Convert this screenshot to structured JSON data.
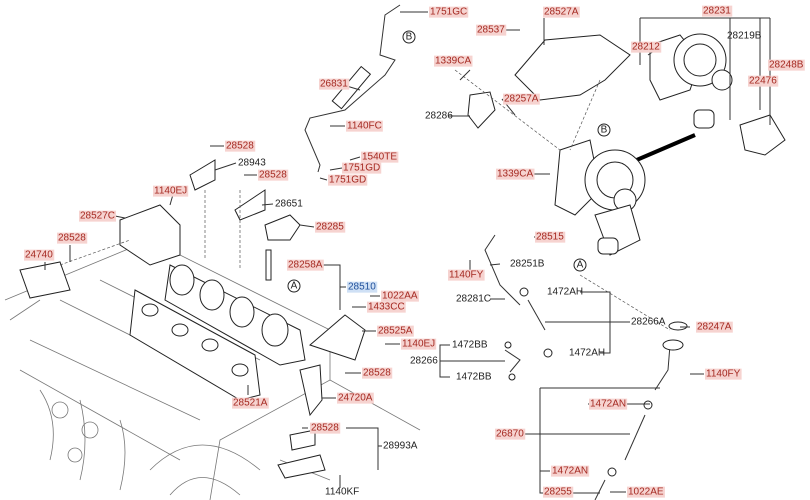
{
  "colors": {
    "highlight_red": "#f6d3d0",
    "highlight_blue": "#cfe0f5",
    "text_red": "#a52a22",
    "text_blue": "#1f4f9a",
    "text_grey": "#222222"
  },
  "markers": {
    "A": "A",
    "B": "B"
  },
  "labels": [
    {
      "text": "1751GC",
      "kind": "red"
    },
    {
      "text": "28537",
      "kind": "red"
    },
    {
      "text": "28527A",
      "kind": "red"
    },
    {
      "text": "28231",
      "kind": "red"
    },
    {
      "text": "28212",
      "kind": "red"
    },
    {
      "text": "28219B",
      "kind": "grey"
    },
    {
      "text": "28248B",
      "kind": "red"
    },
    {
      "text": "22476",
      "kind": "red"
    },
    {
      "text": "1339CA",
      "kind": "red"
    },
    {
      "text": "28257A",
      "kind": "red"
    },
    {
      "text": "28286",
      "kind": "grey"
    },
    {
      "text": "26831",
      "kind": "red"
    },
    {
      "text": "1140FC",
      "kind": "red"
    },
    {
      "text": "1540TE",
      "kind": "red"
    },
    {
      "text": "1751GD",
      "kind": "red"
    },
    {
      "text": "1751GD",
      "kind": "red"
    },
    {
      "text": "1339CA",
      "kind": "red"
    },
    {
      "text": "28528",
      "kind": "red"
    },
    {
      "text": "28943",
      "kind": "grey"
    },
    {
      "text": "28528",
      "kind": "red"
    },
    {
      "text": "1140EJ",
      "kind": "red"
    },
    {
      "text": "28651",
      "kind": "grey"
    },
    {
      "text": "28527C",
      "kind": "red"
    },
    {
      "text": "28285",
      "kind": "red"
    },
    {
      "text": "28515",
      "kind": "red"
    },
    {
      "text": "28528",
      "kind": "red"
    },
    {
      "text": "24740",
      "kind": "red"
    },
    {
      "text": "28258A",
      "kind": "red"
    },
    {
      "text": "1140FY",
      "kind": "red"
    },
    {
      "text": "28251B",
      "kind": "grey"
    },
    {
      "text": "28510",
      "kind": "blue"
    },
    {
      "text": "1022AA",
      "kind": "red"
    },
    {
      "text": "1433CC",
      "kind": "red"
    },
    {
      "text": "28281C",
      "kind": "grey"
    },
    {
      "text": "1472AH",
      "kind": "grey"
    },
    {
      "text": "28266A",
      "kind": "grey"
    },
    {
      "text": "28247A",
      "kind": "red"
    },
    {
      "text": "28525A",
      "kind": "red"
    },
    {
      "text": "1140EJ",
      "kind": "red"
    },
    {
      "text": "1472BB",
      "kind": "grey"
    },
    {
      "text": "28266",
      "kind": "grey"
    },
    {
      "text": "1472AH",
      "kind": "grey"
    },
    {
      "text": "28528",
      "kind": "red"
    },
    {
      "text": "1472BB",
      "kind": "grey"
    },
    {
      "text": "1140FY",
      "kind": "red"
    },
    {
      "text": "28521A",
      "kind": "red"
    },
    {
      "text": "24720A",
      "kind": "red"
    },
    {
      "text": "1472AN",
      "kind": "red"
    },
    {
      "text": "28528",
      "kind": "red"
    },
    {
      "text": "28993A",
      "kind": "grey"
    },
    {
      "text": "26870",
      "kind": "red"
    },
    {
      "text": "1472AN",
      "kind": "red"
    },
    {
      "text": "1140KF",
      "kind": "grey"
    },
    {
      "text": "28255",
      "kind": "red"
    },
    {
      "text": "1022AE",
      "kind": "red"
    }
  ]
}
